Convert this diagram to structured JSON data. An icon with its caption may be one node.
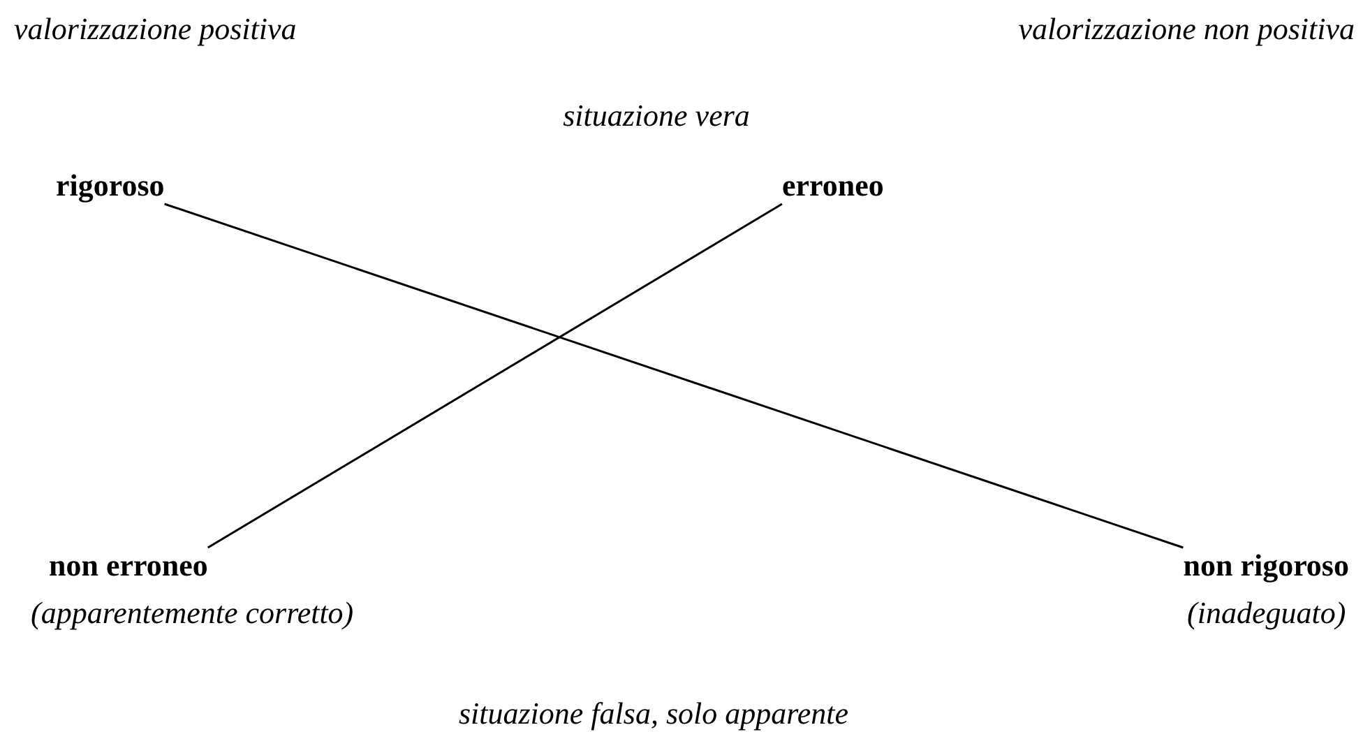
{
  "diagram": {
    "nodes": [
      {
        "text": [
          "rigoroso"
        ]
      },
      {
        "text": [
          "erroneo"
        ]
      },
      {
        "text": [
          "non erroneo"
        ],
        "beside": [
          "(apparentemente corretto)"
        ]
      },
      {
        "text": [
          "non rigoroso"
        ],
        "beside": [
          "(inadeguato)"
        ]
      }
    ],
    "edges": [
      {
        "from": 0,
        "to": 3,
        "arrow": "none"
      },
      {
        "from": 1,
        "to": 2,
        "arrow": "none"
      }
    ],
    "labels": [
      "valorizzazione positiva",
      "valorizzazione non positiva",
      "situazione vera",
      "situazione falsa, solo apparente"
    ]
  }
}
